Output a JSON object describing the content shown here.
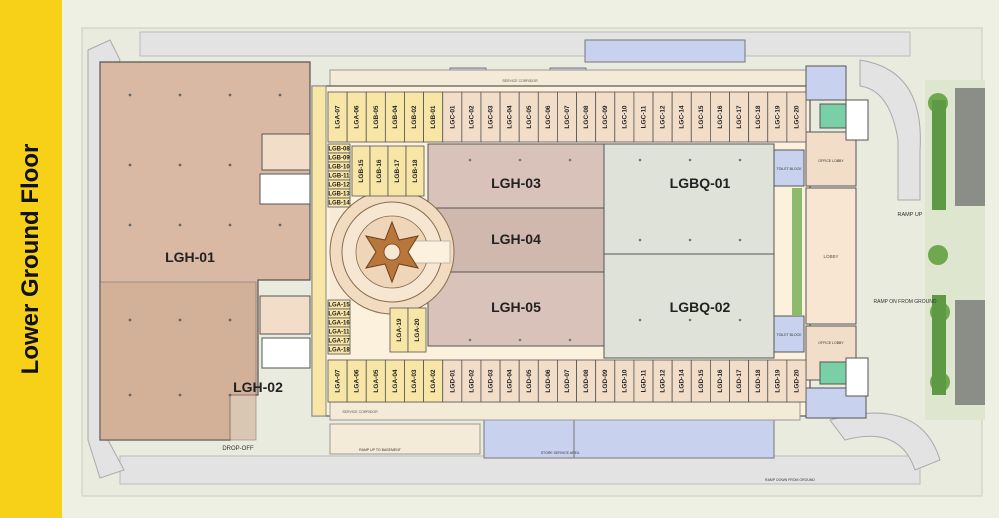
{
  "banner": {
    "title": "Lower Ground Floor",
    "color": "#f7d117"
  },
  "colors": {
    "site_background": "#e9eddd",
    "hypermarket": "#d9b9a4",
    "hypermarket_dark": "#cfa98f",
    "shop": "#f2ddc8",
    "shop_yellow": "#f8e6a6",
    "corridor": "#fbf1dc",
    "service_blue": "#c8d2ee",
    "green_room": "#7ad0a6",
    "road": "#e2e2e2",
    "big_store_pink": "#d8c2ba",
    "big_store_grey": "#dfe2d8",
    "atrium": "#f0dcc2",
    "landscape": "#6fa84e",
    "wall": "#555555"
  },
  "large_units": {
    "lgh01": "LGH-01",
    "lgh02": "LGH-02",
    "lgh03": "LGH-03",
    "lgh04": "LGH-04",
    "lgh05": "LGH-05",
    "lgbq01": "LGBQ-01",
    "lgbq02": "LGBQ-02"
  },
  "top_row_shops": [
    "LGA-07",
    "LGA-06",
    "LGB-05",
    "LGB-04",
    "LGB-02",
    "LGB-01",
    "LGC-01",
    "LGC-02",
    "LGC-03",
    "LGC-04",
    "LGC-05",
    "LGC-06",
    "LGC-07",
    "LGC-08",
    "LGC-09",
    "LGC-10",
    "LGC-11",
    "LGC-12",
    "LGC-14",
    "LGC-15",
    "LGC-16",
    "LGC-17",
    "LGC-18",
    "LGC-19",
    "LGC-20"
  ],
  "bottom_row_shops": [
    "LGA-07",
    "LGA-06",
    "LGA-05",
    "LGA-04",
    "LGA-03",
    "LGA-02",
    "LGD-01",
    "LGD-02",
    "LGD-03",
    "LGD-04",
    "LGD-05",
    "LGD-06",
    "LGD-07",
    "LGD-08",
    "LGD-09",
    "LGD-10",
    "LGD-11",
    "LGD-12",
    "LGD-14",
    "LGD-15",
    "LGD-16",
    "LGD-17",
    "LGD-18",
    "LGD-19",
    "LGD-20"
  ],
  "left_upper_block": {
    "col1": [
      "LGB-08",
      "LGB-09",
      "LGB-10",
      "LGB-11",
      "LGB-12",
      "LGB-13",
      "LGB-14"
    ],
    "inner": [
      "LGB-15",
      "LGB-16",
      "LGB-17",
      "LGB-18"
    ]
  },
  "left_lower_block": {
    "col1": [
      "LGA-15",
      "LGA-14",
      "LGA-16",
      "LGA-11",
      "LGA-17",
      "LGA-18"
    ],
    "inner": [
      "LGA-19",
      "LGA-20"
    ]
  },
  "small_labels": {
    "drop_off": "DROP-OFF",
    "ramp_up": "RAMP UP",
    "ramp_from_ground": "RAMP ON FROM GROUND",
    "lobby": "LOBBY",
    "toilet_block": "TOILET BLOCK",
    "office_lobby": "OFFICE LOBBY",
    "service_corridor": "SERVICE CORRIDOR",
    "store_service_area": "STORE SERVICE AREA",
    "ramp_up_basement": "RAMP UP TO BASEMENT",
    "ramp_down": "RAMP DOWN FROM GROUND"
  }
}
